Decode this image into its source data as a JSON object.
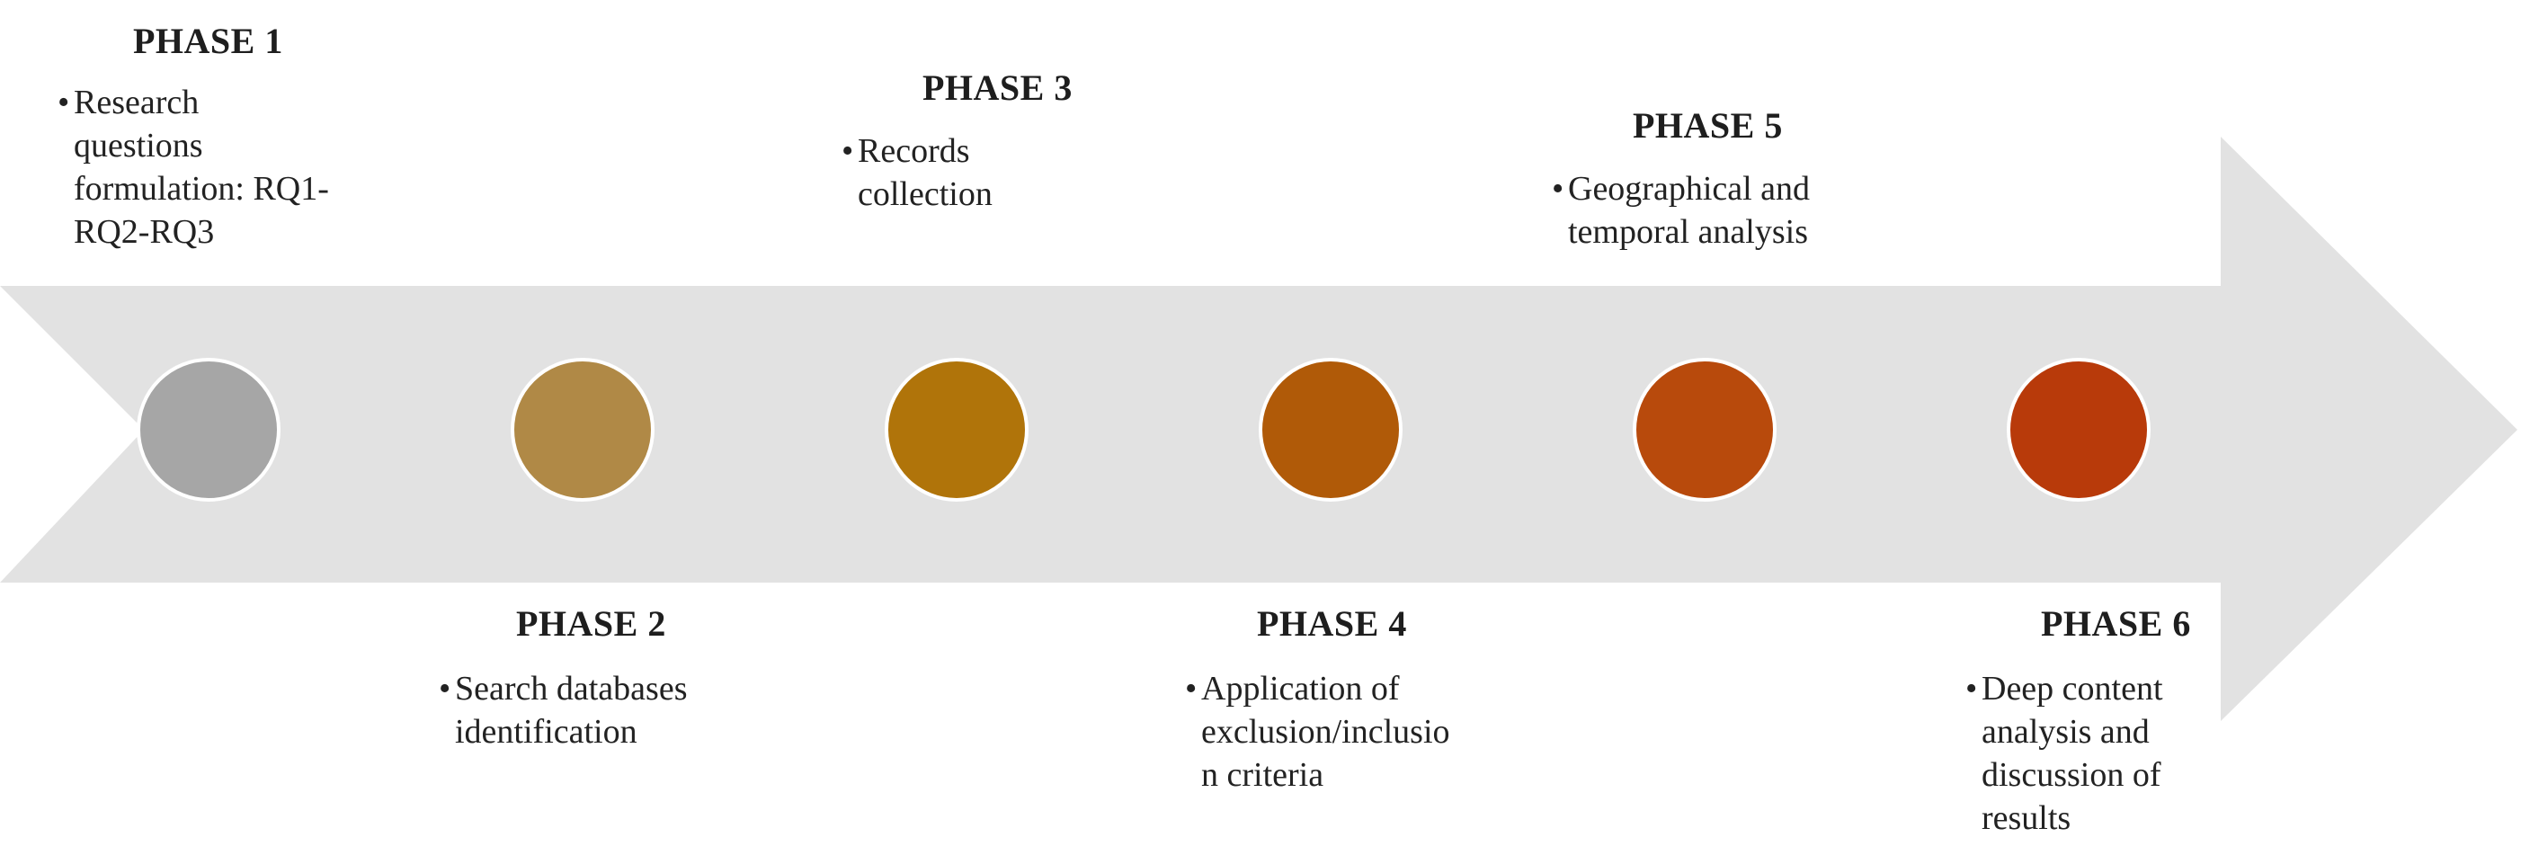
{
  "colors": {
    "arrow_fill": "#e2e2e2",
    "background": "#ffffff"
  },
  "phases": [
    {
      "title": "PHASE 1",
      "description": "Research\nquestions\nformulation: RQ1-\nRQ2-RQ3",
      "color": "#a6a6a6",
      "position": "above"
    },
    {
      "title": "PHASE 2",
      "description": "Search databases\nidentification",
      "color": "#b08946",
      "position": "below"
    },
    {
      "title": "PHASE 3",
      "description": "Records\ncollection",
      "color": "#b0740a",
      "position": "above"
    },
    {
      "title": "PHASE 4",
      "description": "Application of\nexclusion/inclusio\nn criteria",
      "color": "#b05a08",
      "position": "below"
    },
    {
      "title": "PHASE 5",
      "description": "Geographical and\ntemporal analysis",
      "color": "#b84a0c",
      "position": "above"
    },
    {
      "title": "PHASE 6",
      "description": "Deep content\nanalysis and\ndiscussion of\nresults",
      "color": "#b83a0a",
      "position": "below"
    }
  ]
}
